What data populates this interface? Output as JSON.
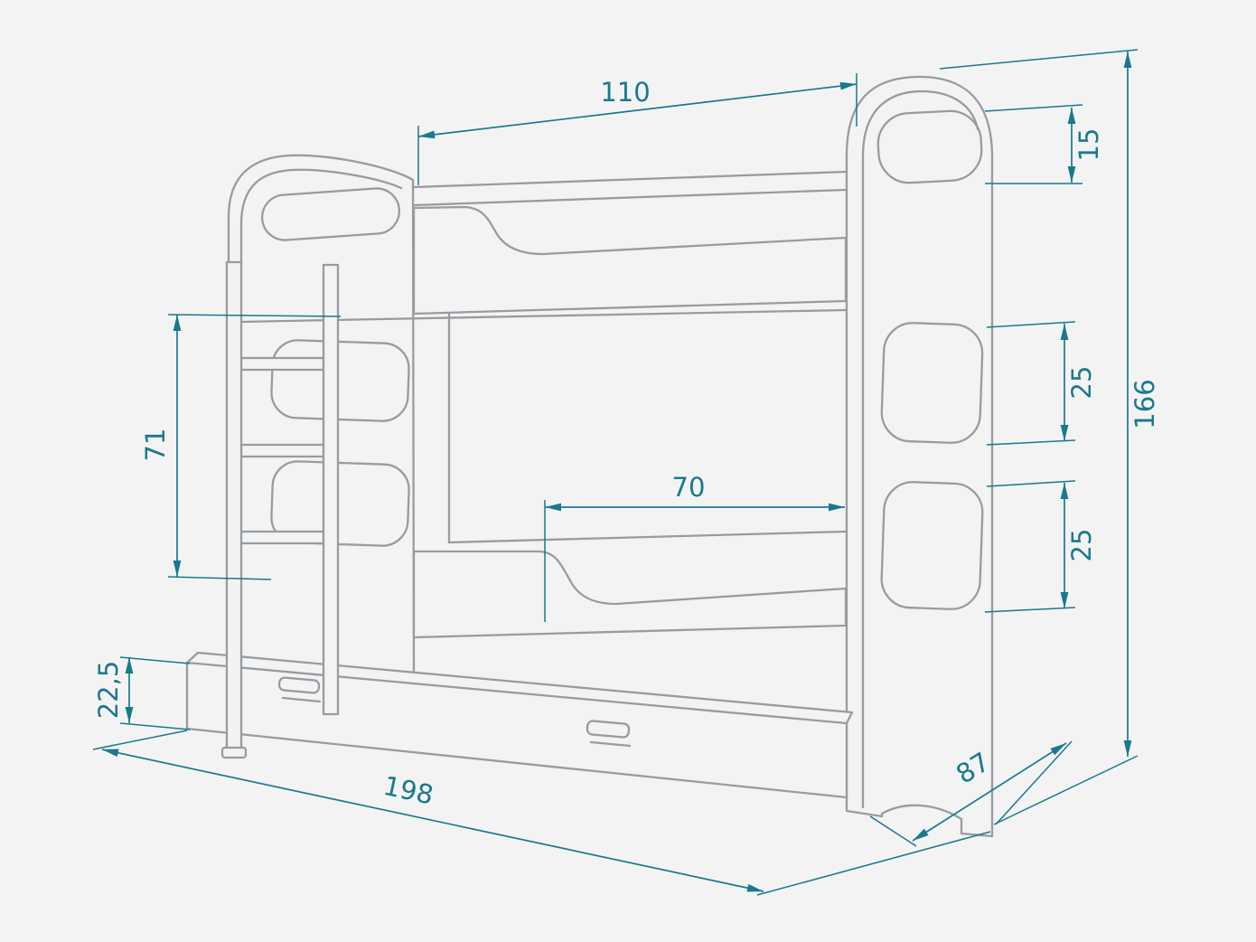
{
  "diagram": {
    "type": "furniture-technical-drawing",
    "subject": "bunk bed with ladder and trundle drawer",
    "colors": {
      "background": "#f3f3f3",
      "outline": "#969ca1",
      "dimension": "#19798d"
    },
    "dimensions": {
      "upper_opening_length": "110",
      "top_handle_cutout_height": "15",
      "total_height": "166",
      "side_cutout_upper_height": "25",
      "side_cutout_lower_height": "25",
      "side_opening_height": "71",
      "lower_opening_length": "70",
      "drawer_height": "22,5",
      "total_length": "198",
      "total_depth": "87"
    }
  }
}
